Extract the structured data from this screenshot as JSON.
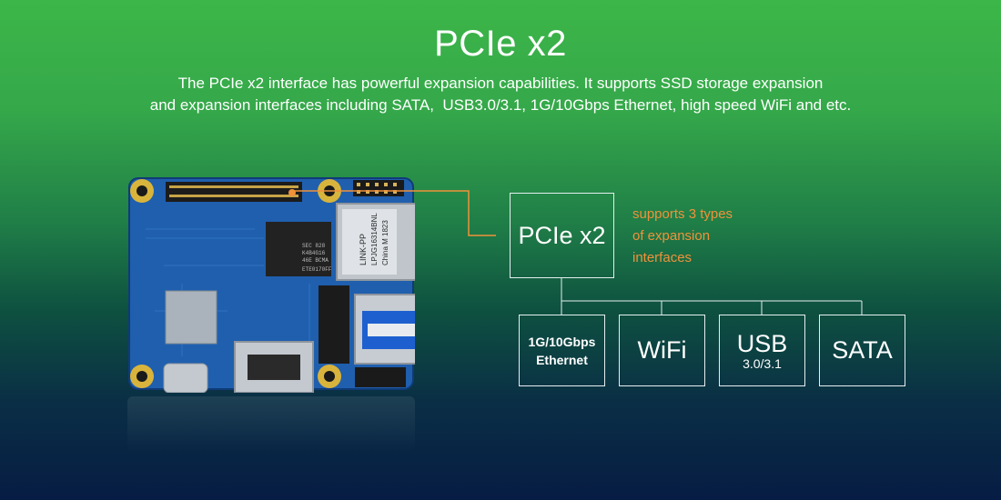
{
  "header": {
    "title": "PCIe x2",
    "description_lines": [
      "The PCIe x2 interface has powerful expansion capabilities. It supports SSD storage expansion",
      "and expansion interfaces including SATA,  USB3.0/3.1, 1G/10Gbps Ethernet, high speed WiFi and etc."
    ]
  },
  "board": {
    "ethernet_jack_text": [
      "LINK-PP",
      "LPJG16314BNL",
      "China M 1823"
    ],
    "chip_text": [
      "SEC 828",
      "K4B4G16",
      "46E BCMA",
      "ETE0170FF"
    ]
  },
  "diagram": {
    "main_label": "PCIe x2",
    "note_lines": [
      "supports 3 types",
      "of expansion",
      "interfaces"
    ],
    "branches": [
      {
        "line1": "1G/10Gbps",
        "line2": "Ethernet"
      },
      {
        "line1": "WiFi"
      },
      {
        "line1": "USB",
        "line2": "3.0/3.1"
      },
      {
        "line1": "SATA"
      }
    ]
  },
  "colors": {
    "accent_orange": "#f0923a",
    "line": "#e6eef0",
    "pcb_blue": "#1f5fae"
  }
}
